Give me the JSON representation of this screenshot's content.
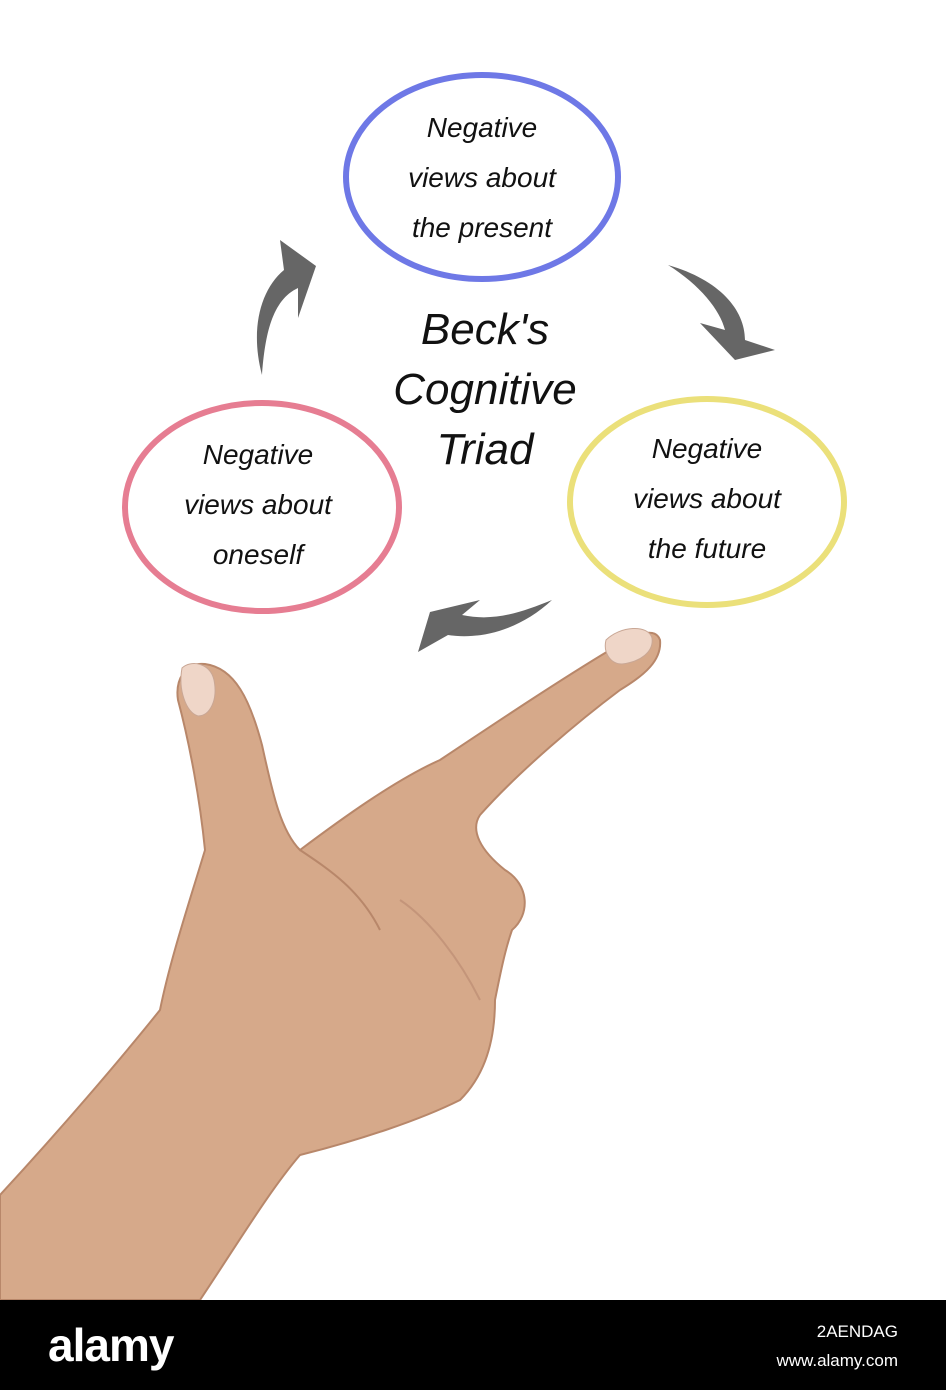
{
  "diagram": {
    "title_lines": [
      "Beck's",
      "Cognitive",
      "Triad"
    ],
    "nodes": [
      {
        "id": "present",
        "lines": [
          "Negative",
          "views about",
          "the present"
        ],
        "color": "#6e78e6"
      },
      {
        "id": "future",
        "lines": [
          "Negative",
          "views about",
          "the future"
        ],
        "color": "#ebe07a"
      },
      {
        "id": "oneself",
        "lines": [
          "Negative",
          "views about",
          "oneself"
        ],
        "color": "#e67d92"
      }
    ],
    "arrow_color": "#666666"
  },
  "footer": {
    "brand": "alamy",
    "image_id": "2AENDAG",
    "site": "www.alamy.com"
  }
}
